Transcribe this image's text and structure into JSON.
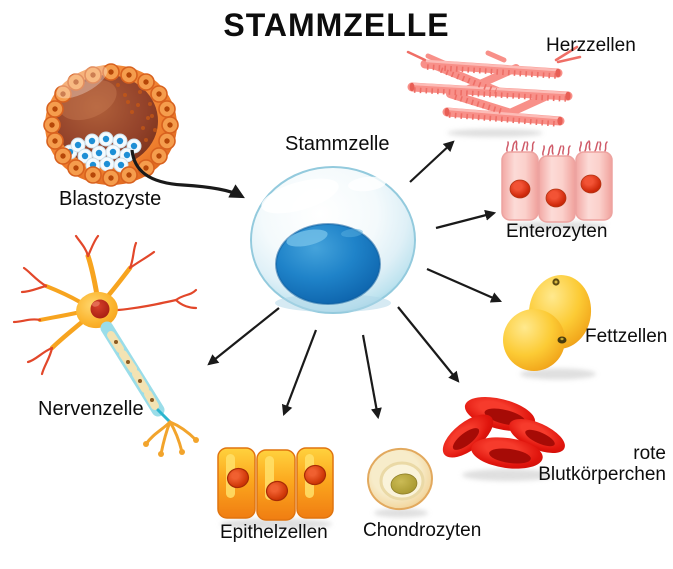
{
  "title": "STAMMZELLE",
  "source_cell": {
    "label": "Blastozyste"
  },
  "center_cell": {
    "label": "Stammzelle"
  },
  "derived_cells": [
    {
      "id": "herzzellen",
      "label": "Herzzellen",
      "color": "#f89089"
    },
    {
      "id": "enterozyten",
      "label": "Enterozyten",
      "color": "#f7b8b4"
    },
    {
      "id": "fettzellen",
      "label": "Fettzellen",
      "color": "#fbc32a"
    },
    {
      "id": "rote_blutkoerperchen",
      "label": "rote Blutkörperchen",
      "label_line1": "rote",
      "label_line2": "Blutkörperchen",
      "color": "#e0150d"
    },
    {
      "id": "chondrozyten",
      "label": "Chondrozyten",
      "color": "#f3d9a4"
    },
    {
      "id": "epithelzellen",
      "label": "Epithelzellen",
      "color": "#fb9e1c"
    },
    {
      "id": "nervenzelle",
      "label": "Nervenzelle",
      "color": "#f7a41f"
    }
  ],
  "relations": [
    {
      "from": "Blastozyste",
      "to": "Stammzelle"
    },
    {
      "from": "Stammzelle",
      "to": "Herzzellen"
    },
    {
      "from": "Stammzelle",
      "to": "Enterozyten"
    },
    {
      "from": "Stammzelle",
      "to": "Fettzellen"
    },
    {
      "from": "Stammzelle",
      "to": "rote Blutkörperchen"
    },
    {
      "from": "Stammzelle",
      "to": "Chondrozyten"
    },
    {
      "from": "Stammzelle",
      "to": "Epithelzellen"
    },
    {
      "from": "Stammzelle",
      "to": "Nervenzelle"
    }
  ],
  "colors": {
    "background": "#ffffff",
    "text": "#0d0d0d",
    "arrow": "#1a1a1a",
    "stem_cell_body": "#cfe9f2",
    "stem_cell_nucleus": "#1272bf",
    "blastocyst_outer": "#f08232",
    "blastocyst_inner": "#8a3a1e",
    "inner_cell_mass_dot": "#1e8fd5"
  }
}
